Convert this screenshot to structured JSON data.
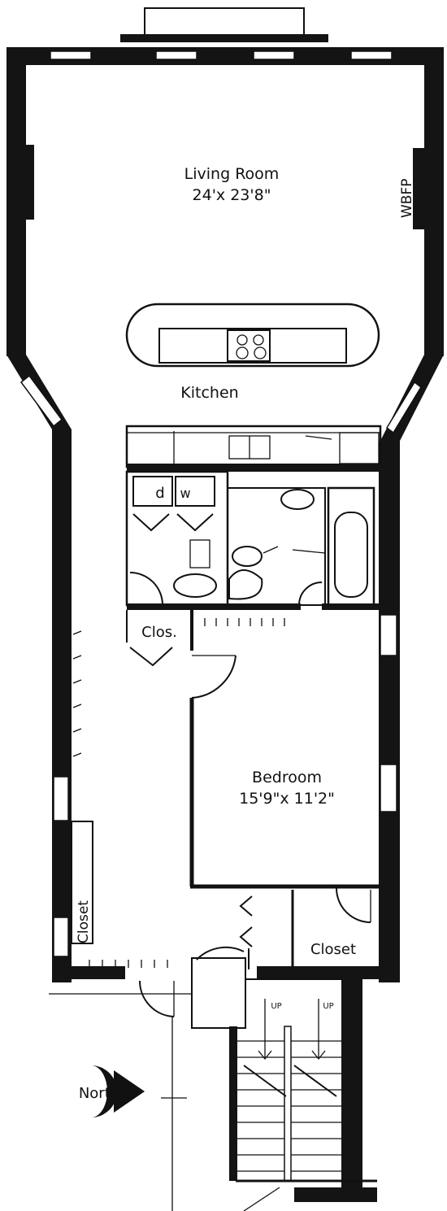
{
  "rooms": {
    "living_room": {
      "name": "Living Room",
      "dims": "24'x 23'8\""
    },
    "kitchen": {
      "name": "Kitchen"
    },
    "bedroom": {
      "name": "Bedroom",
      "dims": "15'9\"x 11'2\""
    },
    "closet_small": {
      "name": "Clos."
    },
    "closet_left": {
      "name": "Closet"
    },
    "closet_right": {
      "name": "Closet"
    }
  },
  "fixtures": {
    "fireplace": "WBFP",
    "dishwasher": "d",
    "washer": "w",
    "stairs_up_left": "UP",
    "stairs_up_right": "UP"
  },
  "compass": {
    "label": "North"
  }
}
